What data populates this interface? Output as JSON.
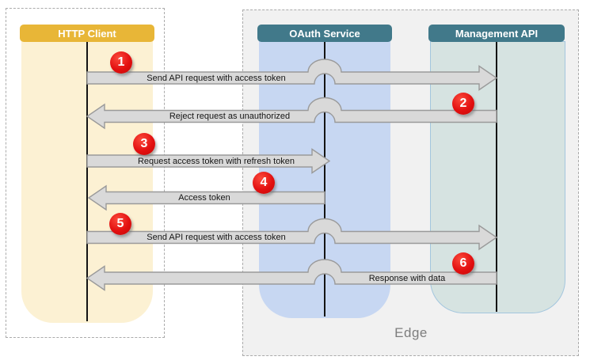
{
  "diagram": {
    "edge_zone_label": "Edge",
    "lanes": [
      {
        "title": "HTTP Client",
        "header_color": "#E8B637",
        "body_color": "#FCF1D3"
      },
      {
        "title": "OAuth Service",
        "header_color": "#41798A",
        "body_color": "#C7D7F2"
      },
      {
        "title": "Management API",
        "header_color": "#41798A",
        "body_color": "#D6E3E1"
      }
    ],
    "messages": [
      {
        "step": "1",
        "label": "Send API request with access token",
        "from": "HTTP Client",
        "to": "Management API",
        "direction": "right"
      },
      {
        "step": "2",
        "label": "Reject request as unauthorized",
        "from": "Management API",
        "to": "HTTP Client",
        "direction": "left"
      },
      {
        "step": "3",
        "label": "Request access token with refresh token",
        "from": "HTTP Client",
        "to": "OAuth Service",
        "direction": "right"
      },
      {
        "step": "4",
        "label": "Access token",
        "from": "OAuth Service",
        "to": "HTTP Client",
        "direction": "left"
      },
      {
        "step": "5",
        "label": "Send API request with access token",
        "from": "HTTP Client",
        "to": "Management API",
        "direction": "right"
      },
      {
        "step": "6",
        "label": "Response with data",
        "from": "Management API",
        "to": "HTTP Client",
        "direction": "left"
      }
    ],
    "colors": {
      "badge_red": "#E11212",
      "arrow_fill": "#D9D9D9",
      "arrow_stroke": "#9A9A9A",
      "zone_background": "#F1F1F1"
    }
  }
}
